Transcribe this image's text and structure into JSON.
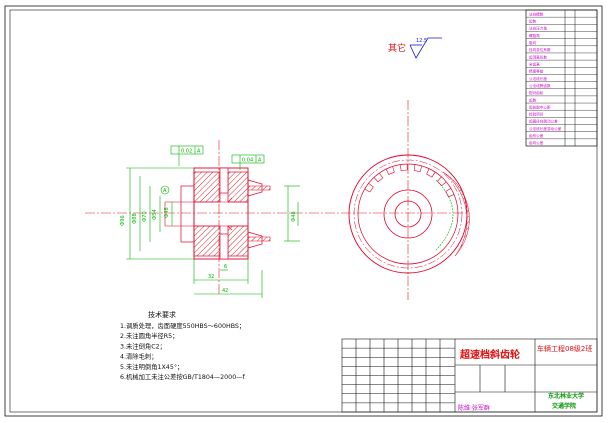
{
  "colors": {
    "frame": "#111111",
    "part": "#e0002a",
    "hatch": "#d01010",
    "dims": "#00b400",
    "center": "#e02020",
    "bluetext": "#1818c8",
    "green": "#0a9a0a",
    "magenta": "#c800c8",
    "titlered": "#e01010"
  },
  "roughness": {
    "label": "其它",
    "value": "12.5"
  },
  "datum": {
    "a": "A"
  },
  "tolerances": {
    "t1": "0.02",
    "t2": "0.04"
  },
  "tech": {
    "title": "技术要求",
    "items": [
      "1.调质处理，齿面硬度550HBS～600HBS；",
      "2.未注圆角半径R5；",
      "3.未注倒角C2；",
      "4.清除毛刺；",
      "5.未注明倒角1X45°；",
      "6.机械加工未注公差按GB/T1804—2000—f"
    ]
  },
  "titleblock": {
    "part_name": "超速档斜齿轮",
    "class": "车辆工程08级2班",
    "school": "东北林业大学",
    "school2": "交通学院",
    "designer": "陈维 张军群"
  },
  "param_table": [
    "法向模数",
    "齿数",
    "法向压力角",
    "螺旋角",
    "旋向",
    "径向变位系数",
    "齿顶高系数",
    "全齿高",
    "精度等级",
    "公法线长度",
    "公法线跨齿数",
    "配对齿轮",
    "齿数",
    "齿轮副中心距",
    "检验项目",
    "齿圈径向跳动公差",
    "公法线长度变动公差",
    "齿形公差",
    "齿向公差"
  ]
}
